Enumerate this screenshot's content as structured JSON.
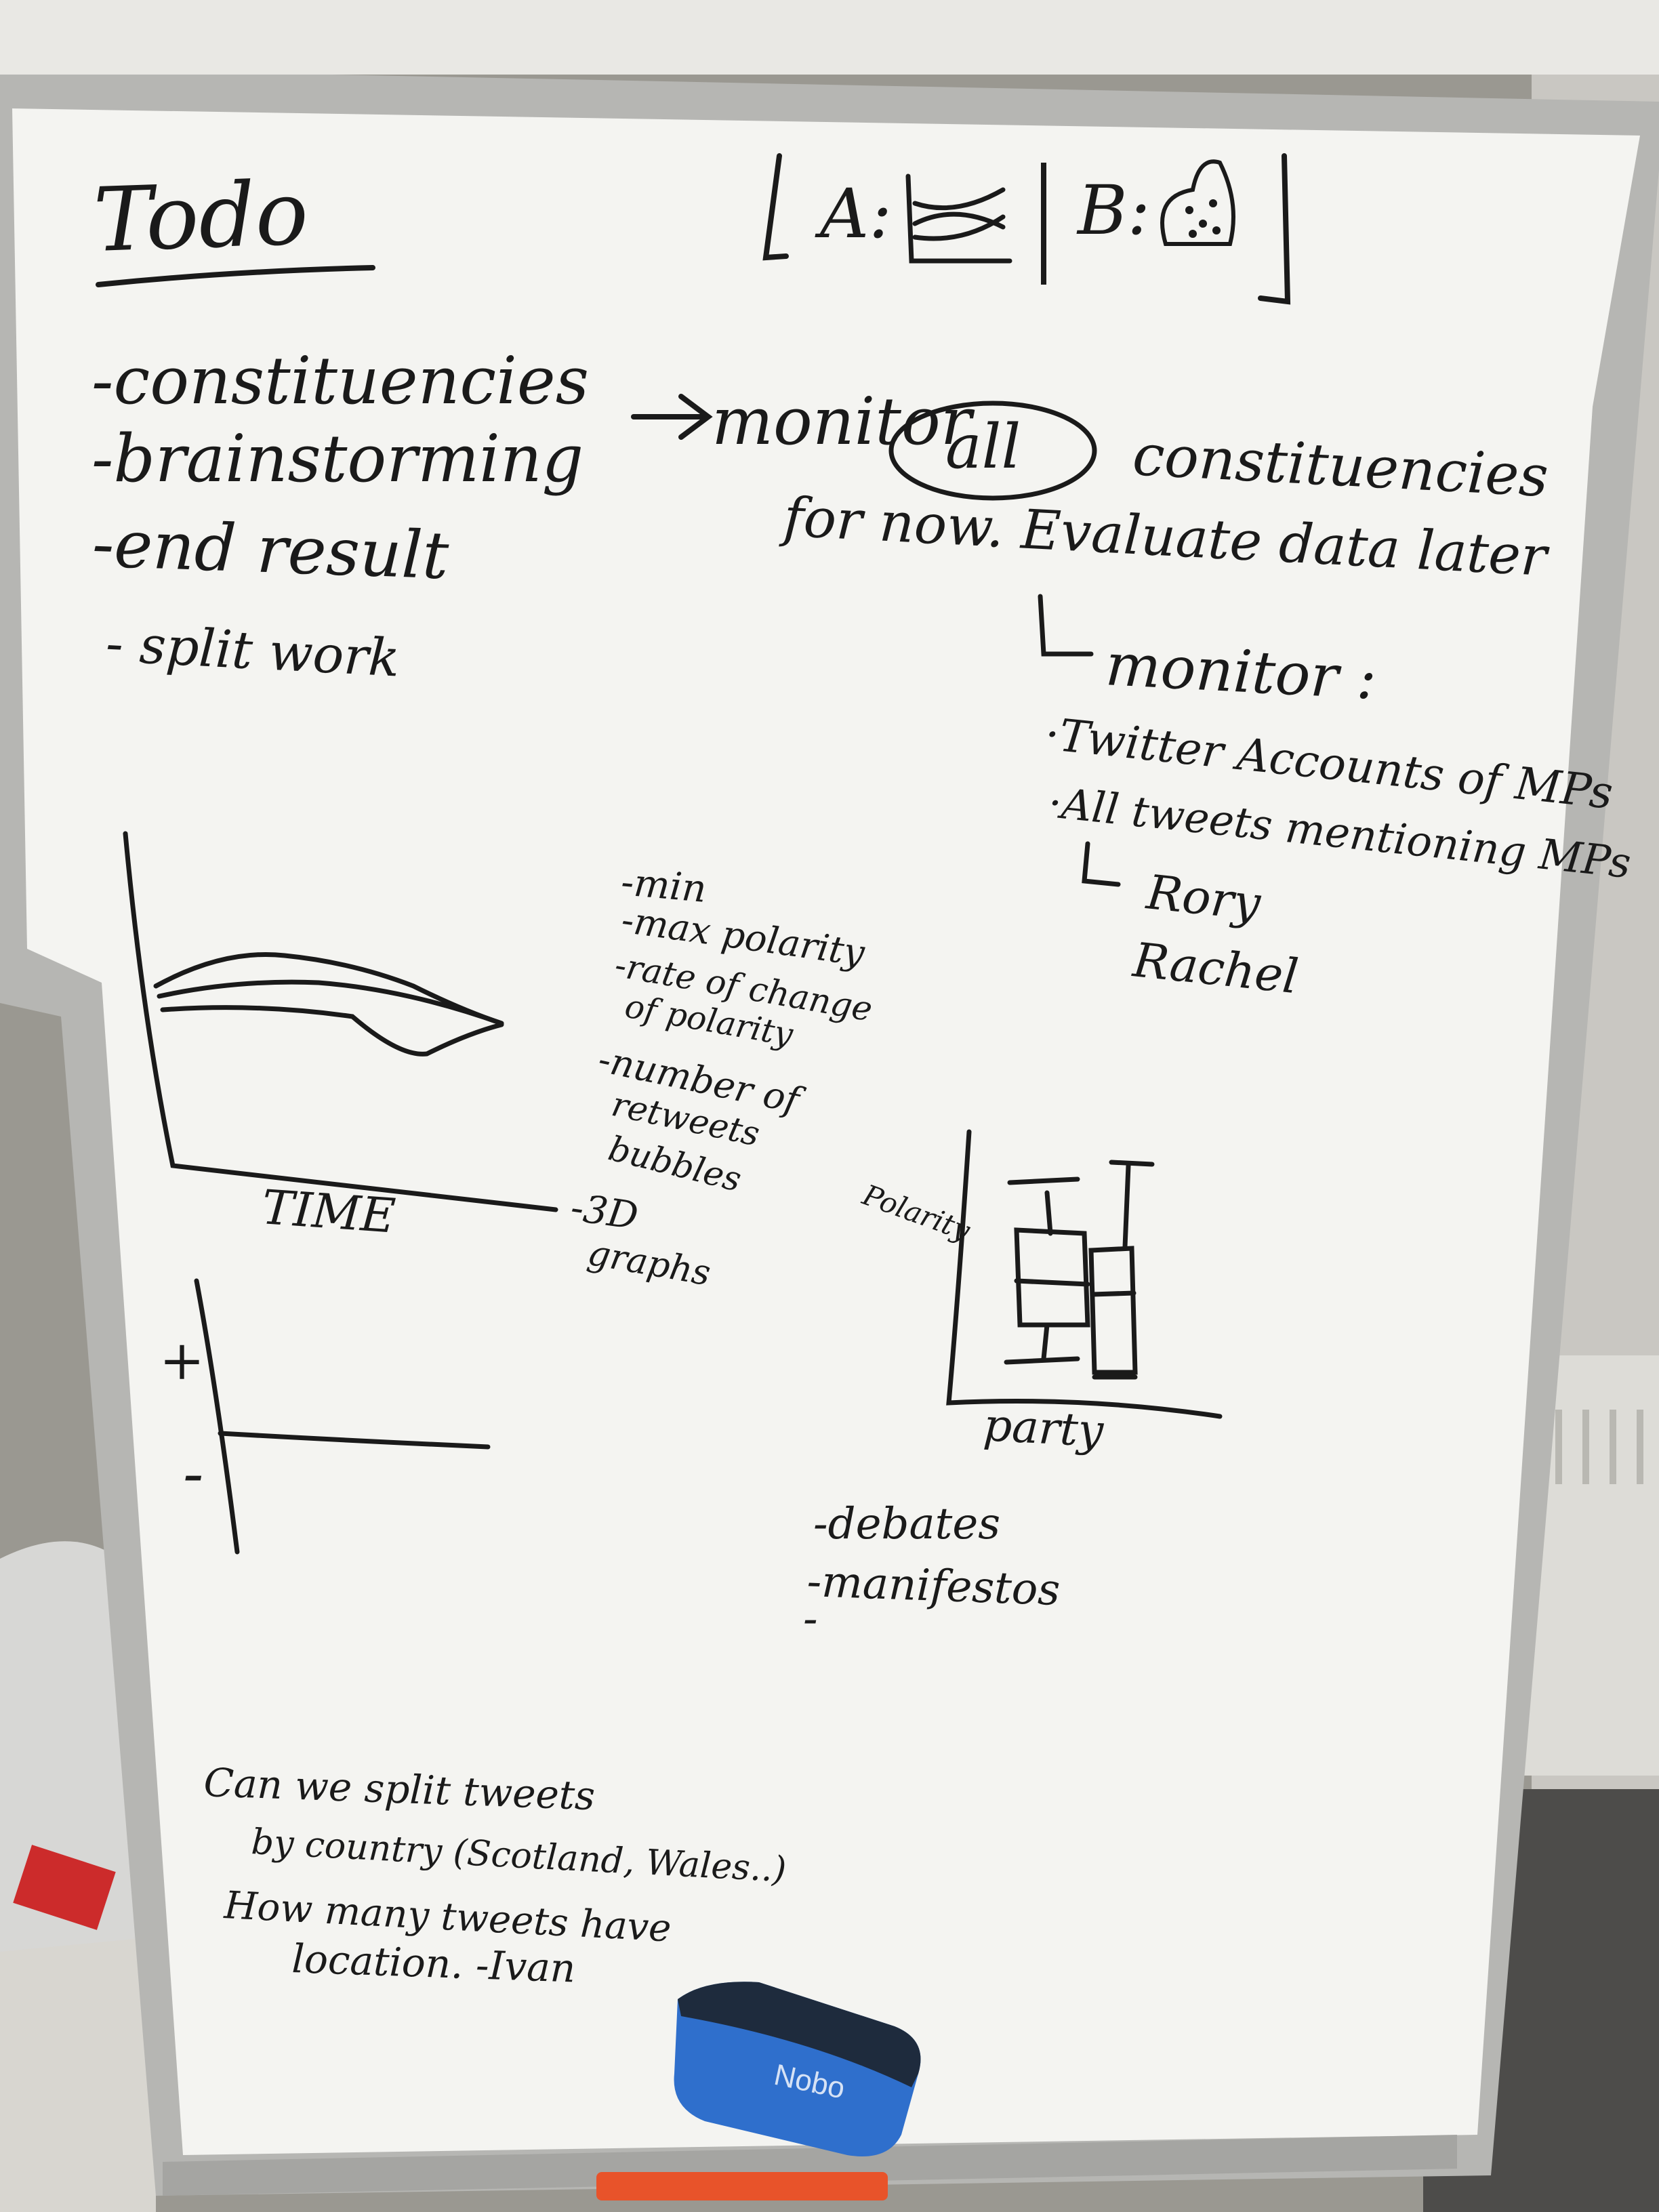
{
  "board": {
    "title": "Todo",
    "legend": {
      "a": "A:",
      "b": "B:"
    },
    "todo_items": [
      "-constituencies",
      "-brainstorming",
      "-end result",
      "- split work"
    ],
    "monitor_line1": "monitor",
    "monitor_all": "all",
    "monitor_line1_end": "constituencies",
    "monitor_line2": "for now. Evaluate data later",
    "monitor_heading": "monitor :",
    "monitor_bullets": [
      "·Twitter Accounts of MPs",
      "·All tweets mentioning MPs"
    ],
    "names": [
      "Rory",
      "Rachel"
    ],
    "chart_notes": [
      "-min",
      "-max polarity",
      "-rate of change",
      "of polarity",
      "-number of",
      "retweets",
      "bubbles",
      "-3D",
      "graphs"
    ],
    "time_axis_label": "TIME",
    "plus_sign": "+",
    "minus_sign": "-",
    "polarity_label": "Polarity",
    "party_label": "party",
    "agenda": [
      "-debates",
      "-manifestos",
      "-"
    ],
    "questions": [
      "Can we split tweets",
      "by country (Scotland, Wales..)",
      "How many tweets have",
      "location. -Ivan"
    ],
    "eraser_brand": "Nobo"
  },
  "colors": {
    "wall": "#9a9891",
    "board": "#f4f4f1",
    "frame": "#b6b6b3",
    "ink": "#1a1a1a",
    "eraser": "#2f6fcc",
    "marker": "#e8532a"
  }
}
